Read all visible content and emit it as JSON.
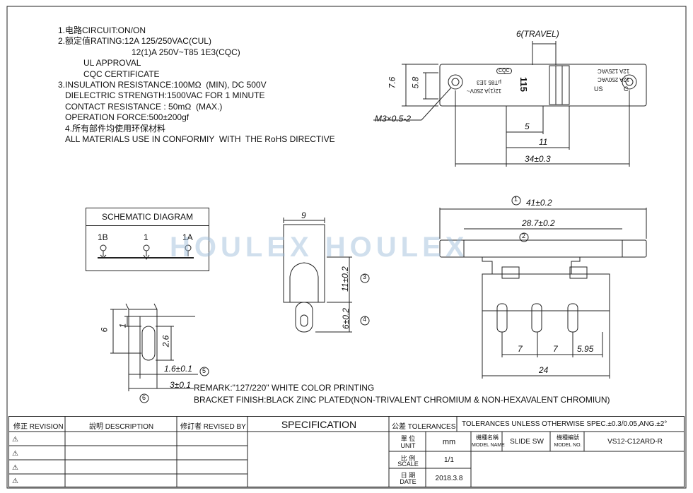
{
  "specs": {
    "line1": "1.电路CIRCUIT:ON/ON",
    "line2": "2.额定值RATING:12A 125/250VAC(CUL)",
    "line3": "12(1)A 250V~T85 1E3(CQC)",
    "line4": "UL APPROVAL",
    "line5": "CQC CERTIFICATE",
    "line6": "3.INSULATION RESISTANCE:100MΩ  (MIN), DC 500V",
    "line7": "DIELECTRIC STRENGTH:1500VAC FOR 1 MINUTE",
    "line8": "CONTACT RESISTANCE : 50mΩ  (MAX.)",
    "line9": "OPERATION FORCE:500±200gf",
    "line10": "4.所有部件均使用环保材料",
    "line11": "ALL MATERIALS USE IN CONFORMIY  WITH  THE RoHS DIRECTIVE"
  },
  "top_view": {
    "travel": "6(TRAVEL)",
    "h1": "7.6",
    "h2": "5.8",
    "thread": "M3×0.5-2",
    "d5": "5",
    "d11": "11",
    "d34": "34±0.3",
    "label115": "115",
    "marking_left_1": "12(1)A 250V~",
    "marking_left_2": "µT85  1E3",
    "marking_right_1": "12A 125VAC",
    "marking_right_2": "12A 250VAC",
    "cert_c": "C",
    "cert_us": "US",
    "cert_cqc": "CQC"
  },
  "schematic": {
    "title": "SCHEMATIC DIAGRAM",
    "pin_1b": "1B",
    "pin_1": "1",
    "pin_1a": "1A"
  },
  "side_view": {
    "d9": "9",
    "d11": "11±0.2",
    "d6": "6±0.2",
    "c3": "3",
    "c4": "4"
  },
  "terminal_detail": {
    "d6": "6",
    "d1": "1",
    "d26": "2.6",
    "d16": "1.6±0.1",
    "d3": "3±0.1",
    "c5": "5",
    "c6": "6"
  },
  "front_view": {
    "c1": "1",
    "d41": "41±0.2",
    "c2": "2",
    "d287": "28.7±0.2",
    "d7a": "7",
    "d7b": "7",
    "d595": "5.95",
    "d24": "24"
  },
  "watermark": "HOULEX HOULEX",
  "remark": {
    "line1": "REMARK:\"127/220\" WHITE COLOR PRINTING",
    "line2": "BRACKET FINISH:BLACK ZINC PLATED(NON-TRIVALENT CHROMIUM & NON-HEXAVALENT CHROMIUN)"
  },
  "title_block": {
    "revision": "修正 REVISION",
    "description": "說明 DESCRIPTION",
    "revised_by": "修訂者 REVISED BY",
    "specification": "SPECIFICATION",
    "tolerances_label": "公差 TOLERANCES",
    "tolerances_value": "TOLERANCES UNLESS OTHERWISE SPEC.±0.3/0.05,ANG.±2°",
    "unit_cn": "單 位",
    "unit_en": "UNIT",
    "unit_value": "mm",
    "model_name_cn": "機種名稱",
    "model_name_en": "MODEL NAME",
    "model_name_value": "SLIDE SW",
    "model_no_cn": "機種編號",
    "model_no_en": "MODEL NO.",
    "model_no_value": "VS12-C12ARD-R",
    "scale_cn": "比 例",
    "scale_en": "SCALE",
    "scale_value": "1/1",
    "date_cn": "日 期",
    "date_en": "DATE",
    "date_value": "2018.3.8"
  }
}
